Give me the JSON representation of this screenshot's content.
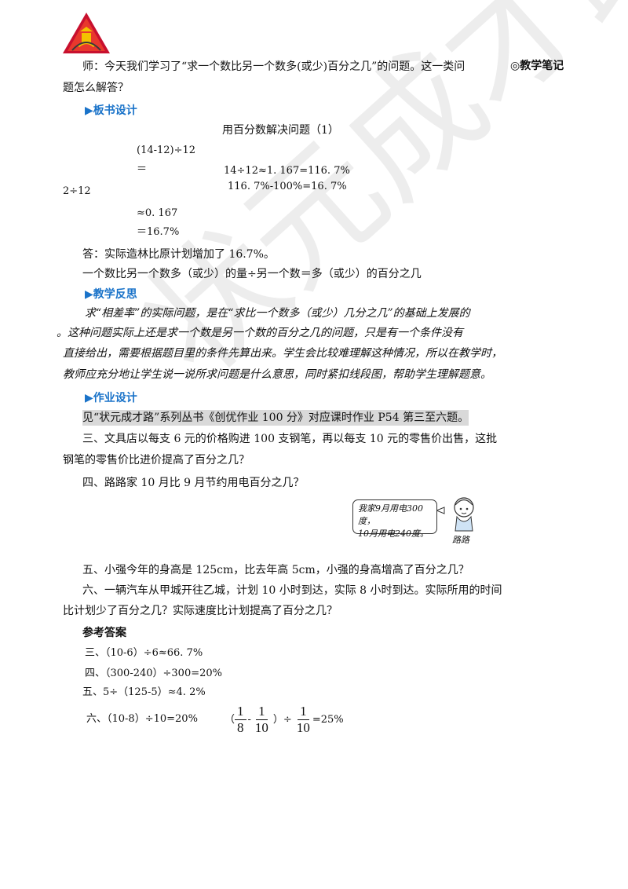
{
  "header": {
    "note_label": "◎教学笔记"
  },
  "intro": {
    "line1": "师：今天我们学习了“求一个数比另一个数多(或少)百分之几”的问题。这一类问",
    "line2": "题怎么解答？"
  },
  "board": {
    "heading": "▶板书设计",
    "title": "用百分数解决问题（1）",
    "m1": "(14-12)÷12",
    "m2": "＝",
    "m3": "2÷12",
    "m4": "≈0. 167",
    "m5": "＝16.7%",
    "r1": "14÷12≈1. 167=116. 7%",
    "r2": "116. 7%-100%=16. 7%",
    "answer": "答：实际造林比原计划增加了 16.7%。",
    "formula": "一个数比另一个数多（或少）的量÷另一个数＝多（或少）的百分之几"
  },
  "reflection": {
    "heading": "▶教学反思",
    "lines": [
      "求“相差率”的实际问题，是在“求比一个数多（或少）几分之几”的基础上发展的",
      "。这种问题实际上还是求一个数是另一个数的百分之几的问题，只是有一个条件没有",
      "直接给出，需要根据题目里的条件先算出来。学生会比较难理解这种情况，所以在教学时，",
      "教师应充分地让学生说一说所求问题是什么意思，同时紧扣线段图，帮助学生理解题意。"
    ]
  },
  "homework": {
    "heading": "▶作业设计",
    "ref": "见“状元成才路”系列丛书《创优作业 100 分》对应课时作业 P54 第三至六题。",
    "q3_l1": "三、文具店以每支 6 元的价格购进 100 支钢笔，再以每支 10 元的零售价出售，这批",
    "q3_l2": "钢笔的零售价比进价提高了百分之几？",
    "q4": "四、路路家 10 月比 9 月节约用电百分之几？",
    "bubble_l1": "我家9月用电300度，",
    "bubble_l2": "10月用电240度。",
    "char_name": "路路",
    "q5": "五、小强今年的身高是 125cm，比去年高 5cm，小强的身高增高了百分之几？",
    "q6_l1": "六、一辆汽车从甲城开往乙城，计划 10 小时到达，实际 8 小时到达。实际所用的时间",
    "q6_l2": "比计划少了百分之几？实际速度比计划提高了百分之几？"
  },
  "answers": {
    "heading": "参考答案",
    "a3": "三、（10-6）÷6≈66. 7%",
    "a4": "四、（300-240）÷300=20%",
    "a5": "五、5÷（125-5）≈4. 2%",
    "a6a": "六、（10-8）÷10=20%",
    "a6b": {
      "open": "（",
      "f1n": "1",
      "f1d": "8",
      "minus": "-",
      "f2n": "1",
      "f2d": "10",
      "close": "）÷",
      "f3n": "1",
      "f3d": "10",
      "tail": "=25%"
    }
  },
  "watermark": "状元成才路"
}
